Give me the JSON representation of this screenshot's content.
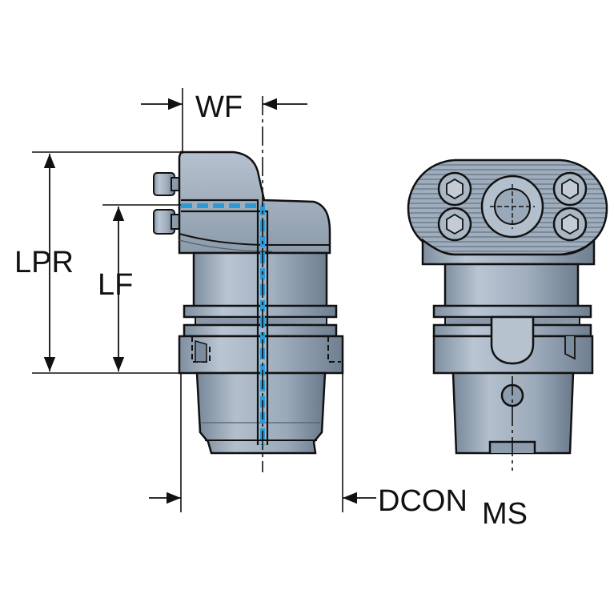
{
  "labels": {
    "wf": "WF",
    "lpr": "LPR",
    "lf": "LF",
    "dcon": "DCON",
    "dcon_sub": "MS"
  },
  "colors": {
    "body": "#a3b1c0",
    "body_dark": "#6f7f90",
    "outline": "#111111",
    "coolant": "#2a9bd8",
    "dimension_line": "#111111"
  },
  "icons": {
    "screw": "hex-socket-screw-icon",
    "center": "crosshair-icon"
  }
}
